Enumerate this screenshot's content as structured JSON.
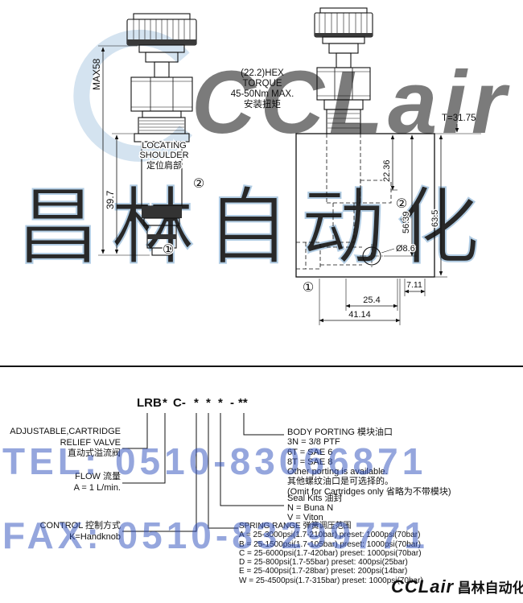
{
  "colors": {
    "ink": "#111111",
    "watermark_top": "#aac8e2",
    "watermark_blue": "#2b4ebc"
  },
  "watermarks": {
    "brand": "CCLair",
    "brand_cn": "昌林自动化",
    "tel": "TEL: 0510-83066871",
    "fax": "FAX: 0510-83299771"
  },
  "left_drawing": {
    "dim_max_height": "MAX58",
    "dim_cartridge_length": "39.7",
    "shoulder_line1": "LOCATING",
    "shoulder_line2": "SHOULDER",
    "shoulder_line_cn": "定位肩部",
    "callout_port1": "①",
    "callout_port2": "②"
  },
  "right_drawing": {
    "hex_note_line1": "(22.2)HEX",
    "hex_note_line2": "TORQUE",
    "hex_note_line3": "45-50Nm MAX.",
    "hex_note_line4": "安装扭矩",
    "dim_thread_depth": "T=31.75",
    "dim_port2_depth": "22.36",
    "dim_hole_depth": "56.39",
    "dim_block_height": "63.5",
    "dim_hole_diameter": "Ø8.6",
    "dim_hole_offset": "7.11",
    "dim_port_spacing": "25.4",
    "dim_block_width": "41.14",
    "callout_port1": "①",
    "callout_port2": "②"
  },
  "ordering": {
    "code": {
      "series": "LRB",
      "flow": "*",
      "cartridge": "C-",
      "control": "*",
      "spring": "*",
      "seal": "*",
      "dash": "-",
      "body": "**"
    },
    "series_label": {
      "line1": "ADJUSTABLE,CARTRIDGE",
      "line2": "RELIEF VALVE",
      "line3": "直动式溢流阀"
    },
    "flow_label": {
      "line1": "FLOW 流量",
      "line2": "A = 1 L/min."
    },
    "control_label": {
      "line1": "CONTROL 控制方式",
      "line2": "K=Handknob"
    },
    "body_porting": {
      "title": "BODY PORTING 模块油口",
      "opt1": "3N = 3/8 PTF",
      "opt2": "6T = SAE 6",
      "opt3": "8T = SAE 8",
      "note1": "Other porting is available.",
      "note2": "其他螺纹油口是可选择的。",
      "note3": "(Omit for Cartridges only 省略为不带模块)"
    },
    "seal_kits": {
      "title": "Seal Kits 油封",
      "opt1": "N = Buna N",
      "opt2": "V = Viton"
    },
    "spring_range": {
      "title": "SPRING RANGE  弹簧调压范围",
      "opt1": "A = 25-3000psi(1.7-210bar) preset: 1000psi(70bar)",
      "opt2": "B = 25-1500psi(1.7-105bar) preset: 1000psi(70bar)",
      "opt3": "C = 25-6000psi(1.7-420bar) preset: 1000psi(70bar)",
      "opt4": "D = 25-800psi(1.7-55bar) preset: 400psi(25bar)",
      "opt5": "E = 25-400psi(1.7-28bar) preset: 200psi(14bar)",
      "opt6": "W = 25-4500psi(1.7-315bar) preset: 1000psi(70bar)"
    }
  },
  "footer": {
    "brand": "CCLair",
    "brand_cn": "昌林自动化"
  }
}
